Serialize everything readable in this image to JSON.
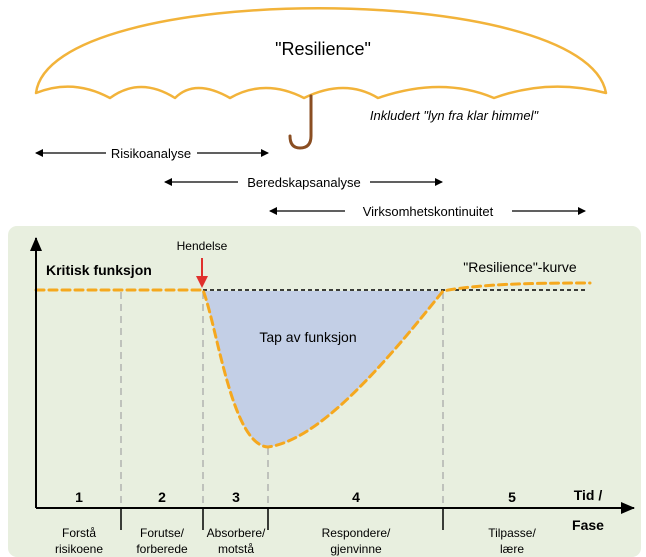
{
  "umbrella": {
    "title": "\"Resilience\"",
    "note": "Inkludert \"lyn fra klar himmel\""
  },
  "scopes": [
    {
      "label": "Risikoanalyse"
    },
    {
      "label": "Beredskapsanalyse"
    },
    {
      "label": "Virksomhetskontinuitet"
    }
  ],
  "graph": {
    "y_label": "Kritisk funksjon",
    "event_label": "Hendelse",
    "curve_label": "\"Resilience\"-kurve",
    "loss_label": "Tap av funksjon",
    "x_label_line1": "Tid /",
    "x_label_line2": "Fase",
    "phases": [
      {
        "number": "1",
        "line1": "Forstå",
        "line2": "risikoene"
      },
      {
        "number": "2",
        "line1": "Forutse/",
        "line2": "forberede"
      },
      {
        "number": "3",
        "line1": "Absorbere/",
        "line2": "motstå"
      },
      {
        "number": "4",
        "line1": "Respondere/",
        "line2": "gjenvinne"
      },
      {
        "number": "5",
        "line1": "Tilpasse/",
        "line2": "lære"
      }
    ]
  },
  "colors": {
    "umbrella": "#f2b33a",
    "handle": "#8a4e22",
    "panel": "#e8efdf",
    "curve": "#f5a81e",
    "loss_fill": "#c3cfe6",
    "event_arrow": "#e0302d",
    "axis": "#000000"
  }
}
